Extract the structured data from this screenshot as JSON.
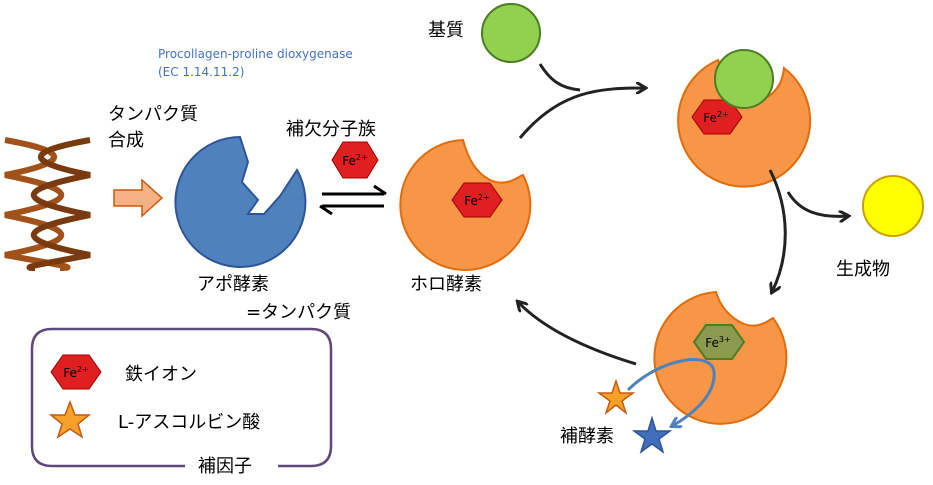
{
  "enzyme": {
    "name": "Procollagen-proline dioxygenase",
    "ec": "(EC 1.14.11.2)"
  },
  "labels": {
    "protein_synthesis_line1": "タンパク質",
    "protein_synthesis_line2": "合成",
    "cofactor_group": "補欠分子族",
    "apoenzyme": "アポ酵素",
    "apoenzyme_eq": "=タンパク質",
    "holoenzyme": "ホロ酵素",
    "substrate": "基質",
    "product": "生成物",
    "coenzyme": "補酵素"
  },
  "ions": {
    "fe2_base": "Fe",
    "fe2_charge": "2+",
    "fe3_base": "Fe",
    "fe3_charge": "3+"
  },
  "legend": {
    "iron_ion": "鉄イオン",
    "ascorbic_acid": "L-アスコルビン酸",
    "title": "補因子"
  },
  "colors": {
    "apo_blue": "#4F81BD",
    "holo_orange": "#F79646",
    "iron_red": "#E02020",
    "fe3_olive": "#8C9A50",
    "substrate_green": "#92D050",
    "product_yellow": "#FFFF00",
    "helix_brown": "#A0521A",
    "legend_border": "#5F497A",
    "arrow_blue": "#4F81BD",
    "star_orange": "#F7A02A",
    "star_blue": "#3E6FB8"
  }
}
